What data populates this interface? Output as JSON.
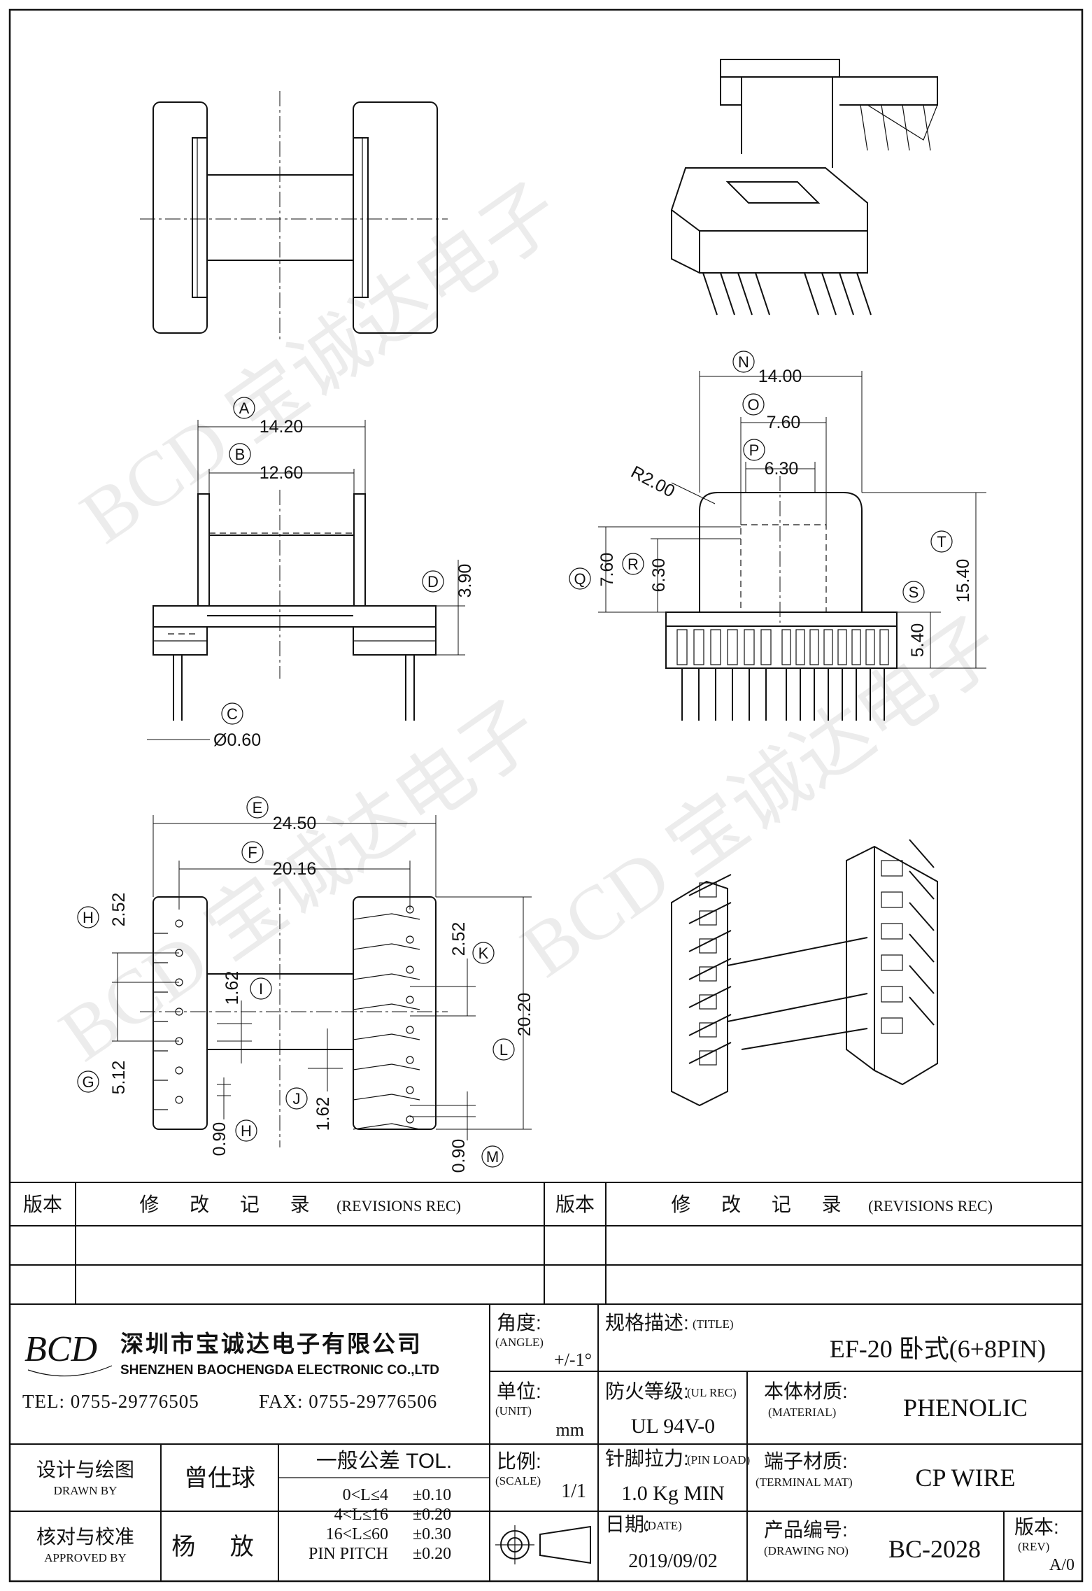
{
  "drawing": {
    "dims": {
      "A": "14.20",
      "B": "12.60",
      "C": "Ø0.60",
      "D": "3.90",
      "E": "24.50",
      "F": "20.16",
      "G": "5.12",
      "H_top": "2.52",
      "H_bot": "0.90",
      "I": "1.62",
      "J": "1.62",
      "K": "2.52",
      "L": "20.20",
      "M": "0.90",
      "N": "14.00",
      "O": "7.60",
      "P": "6.30",
      "Q": "7.60",
      "R": "6.30",
      "S": "5.40",
      "T": "15.40",
      "radius": "R2.00"
    },
    "letters": [
      "A",
      "B",
      "C",
      "D",
      "E",
      "F",
      "G",
      "H",
      "H",
      "I",
      "J",
      "K",
      "L",
      "M",
      "N",
      "O",
      "P",
      "Q",
      "R",
      "S",
      "T"
    ]
  },
  "watermark": {
    "text": "BCD 宝诚达电子"
  },
  "revisions": {
    "ver_label": "版本",
    "rec_label": "修 改 记 录",
    "rec_label_en": "(REVISIONS REC)"
  },
  "company": {
    "logo": "BCD",
    "name_cn": "深圳市宝诚达电子有限公司",
    "name_en": "SHENZHEN BAOCHENGDA ELECTRONIC CO.,LTD",
    "tel": "TEL: 0755-29776505",
    "fax": "FAX: 0755-29776506"
  },
  "title_block": {
    "angle_label": "角度:",
    "angle_en": "(ANGLE)",
    "angle_value": "+/-1°",
    "title_label": "规格描述:",
    "title_en": "(TITLE)",
    "title_value": "EF-20 卧式(6+8PIN)",
    "unit_label": "单位:",
    "unit_en": "(UNIT)",
    "unit_value": "mm",
    "ul_label": "防火等级:",
    "ul_en": "(UL REC)",
    "ul_value": "UL 94V-0",
    "material_label": "本体材质:",
    "material_en": "(MATERIAL)",
    "material_value": "PHENOLIC",
    "drawn_label": "设计与绘图",
    "drawn_en": "DRAWN BY",
    "drawn_value": "曾仕球",
    "tol_title": "一般公差 TOL.",
    "tol_rows": [
      {
        "range": "0<L≤4",
        "val": "±0.10"
      },
      {
        "range": "4<L≤16",
        "val": "±0.20"
      },
      {
        "range": "16<L≤60",
        "val": "±0.30"
      },
      {
        "range": "PIN PITCH",
        "val": "±0.20"
      }
    ],
    "scale_label": "比例:",
    "scale_en": "(SCALE)",
    "scale_value": "1/1",
    "pinload_label": "针脚拉力:",
    "pinload_en": "(PIN LOAD)",
    "pinload_value": "1.0 Kg MIN",
    "terminal_label": "端子材质:",
    "terminal_en": "(TERMINAL MAT)",
    "terminal_value": "CP WIRE",
    "approved_label": "核对与校准",
    "approved_en": "APPROVED BY",
    "approved_value": "杨 放",
    "date_label": "日期:",
    "date_en": "(DATE)",
    "date_value": "2019/09/02",
    "drawing_no_label": "产品编号:",
    "drawing_no_en": "(DRAWING NO)",
    "drawing_no_value": "BC-2028",
    "rev_label": "版本:",
    "rev_en": "(REV)",
    "rev_value": "A/0"
  }
}
